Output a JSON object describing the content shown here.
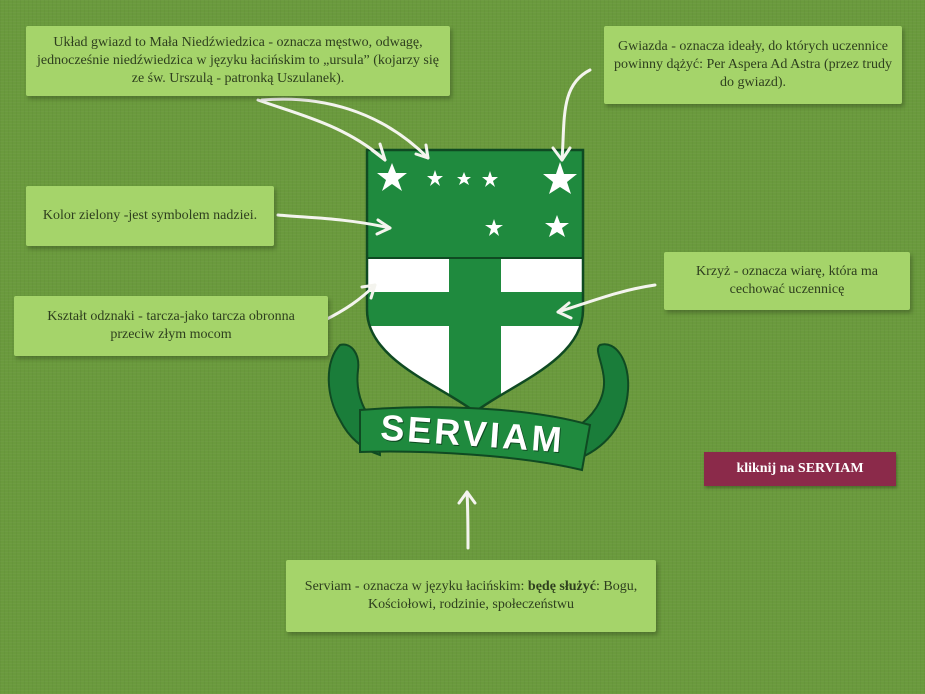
{
  "notes": {
    "stars": "Układ gwiazd to Mała Niedźwiedzica - oznacza męstwo, odwagę, jednocześnie niedźwiedzica w języku łacińskim to „ursula” (kojarzy się ze św. Urszulą - patronką Uszulanek).",
    "star": "Gwiazda - oznacza ideały, do których uczennice powinny dążyć: Per Aspera Ad Astra (przez trudy do gwiazd).",
    "green": "Kolor zielony -jest  symbolem nadziei.",
    "cross": "Krzyż - oznacza wiarę, która ma cechować uczennicę",
    "shape": "Kształt odznaki - tarcza-jako tarcza obronna przeciw złym mocom",
    "serviam_prefix": "Serviam - oznacza w języku łacińskim: ",
    "serviam_bold": "będę służyć",
    "serviam_suffix": ": Bogu, Kościołowi, rodzinie, społeczeństwu"
  },
  "emblem": {
    "ribbon_text": "SERVIAM"
  },
  "cta": {
    "label": "kliknij na SERVIAM"
  },
  "colors": {
    "background": "#6a9a3d",
    "note": "#a5d46a",
    "shield_green": "#1f8a3e",
    "cta": "#8b2a4a"
  }
}
